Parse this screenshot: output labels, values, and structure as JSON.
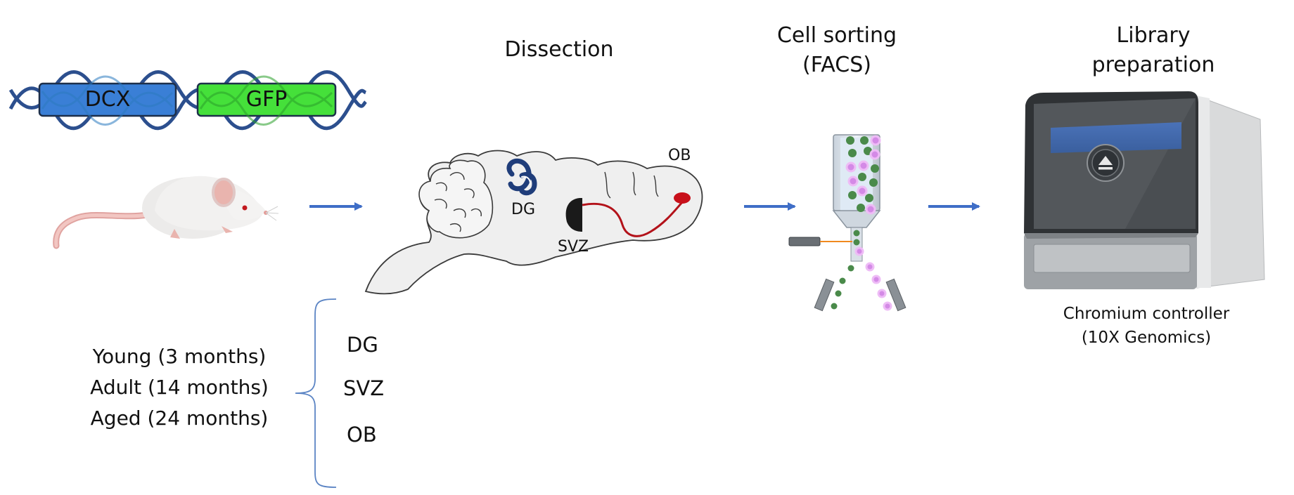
{
  "construct": {
    "gene1": "DCX",
    "gene2": "GFP"
  },
  "steps": {
    "dissection": "Dissection",
    "sorting_line1": "Cell sorting",
    "sorting_line2": "(FACS)",
    "library_line1": "Library",
    "library_line2": "preparation"
  },
  "brain_labels": {
    "dg": "DG",
    "svz": "SVZ",
    "ob": "OB"
  },
  "instrument": {
    "name_line1": "Chromium controller",
    "name_line2": "(10X Genomics)"
  },
  "ages": [
    "Young (3 months)",
    "Adult (14 months)",
    "Aged (24 months)"
  ],
  "regions": [
    "DG",
    "SVZ",
    "OB"
  ],
  "colors": {
    "arrow": "#3f6ec7",
    "dna": "#2c4f8e",
    "dcx_box": "#3a7fd6",
    "gfp_box": "#45e03a",
    "green_cell": "#4a8a4a",
    "purple_cell": "#d48ae6",
    "ob_dot": "#c8101a"
  }
}
